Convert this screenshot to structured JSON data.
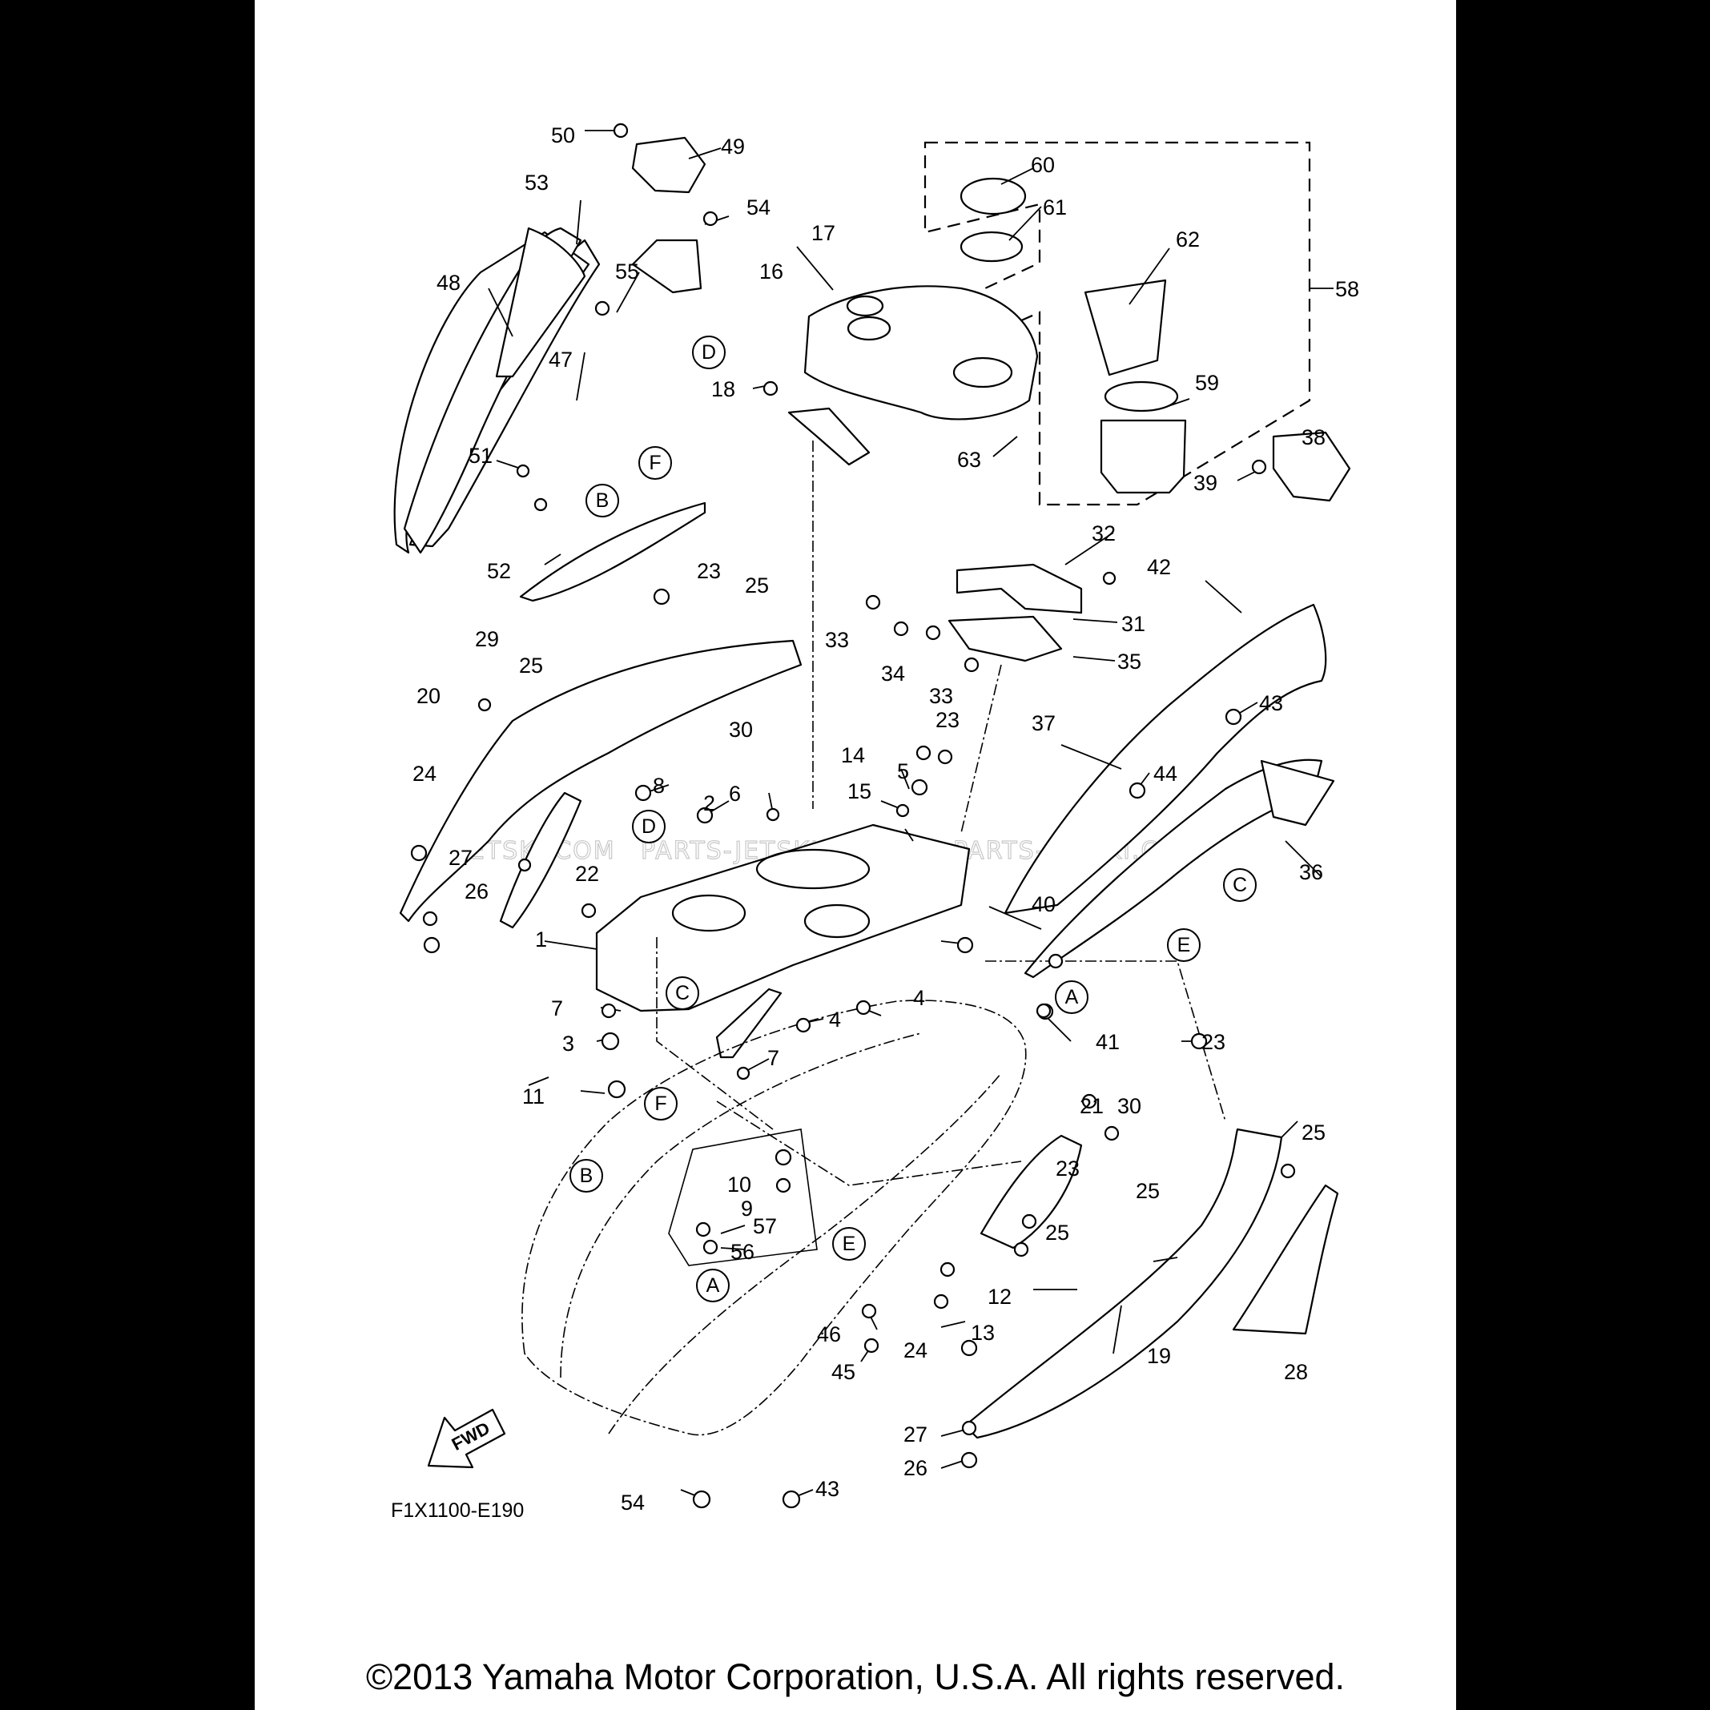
{
  "figure_code": "F1X1100-E190",
  "copyright": "©2013 Yamaha Motor Corporation, U.S.A. All rights reserved.",
  "watermarks": [
    "JETSKI.COM",
    "PARTS-JETSKI.COM",
    "PARTS-JETSKI.COM"
  ],
  "fwd_label": "FWD",
  "callouts": {
    "n1": "1",
    "n2": "2",
    "n3": "3",
    "n4a": "4",
    "n4b": "4",
    "n5": "5",
    "n6": "6",
    "n7a": "7",
    "n7b": "7",
    "n8": "8",
    "n9": "9",
    "n10": "10",
    "n11": "11",
    "n12": "12",
    "n13": "13",
    "n14": "14",
    "n15": "15",
    "n16": "16",
    "n17": "17",
    "n18": "18",
    "n19": "19",
    "n20": "20",
    "n21": "21",
    "n22": "22",
    "n23a": "23",
    "n23b": "23",
    "n23c": "23",
    "n23d": "23",
    "n24a": "24",
    "n24b": "24",
    "n25a": "25",
    "n25b": "25",
    "n25c": "25",
    "n25d": "25",
    "n25e": "25",
    "n26a": "26",
    "n26b": "26",
    "n27a": "27",
    "n27b": "27",
    "n28": "28",
    "n29": "29",
    "n30a": "30",
    "n30b": "30",
    "n31": "31",
    "n32": "32",
    "n33a": "33",
    "n33b": "33",
    "n34": "34",
    "n35": "35",
    "n36": "36",
    "n37": "37",
    "n38": "38",
    "n39": "39",
    "n40": "40",
    "n41": "41",
    "n42": "42",
    "n43a": "43",
    "n43b": "43",
    "n44": "44",
    "n45": "45",
    "n46": "46",
    "n47": "47",
    "n48": "48",
    "n49": "49",
    "n50": "50",
    "n51": "51",
    "n52": "52",
    "n53": "53",
    "n54a": "54",
    "n54b": "54",
    "n55": "55",
    "n56": "56",
    "n57": "57",
    "n58": "58",
    "n59": "59",
    "n60": "60",
    "n61": "61",
    "n62": "62",
    "n63": "63"
  },
  "refs": {
    "d1": "D",
    "d2": "D",
    "f1": "F",
    "f2": "F",
    "b1": "B",
    "b2": "B",
    "c1": "C",
    "c2": "C",
    "a1": "A",
    "a2": "A",
    "e1": "E",
    "e2": "E"
  }
}
